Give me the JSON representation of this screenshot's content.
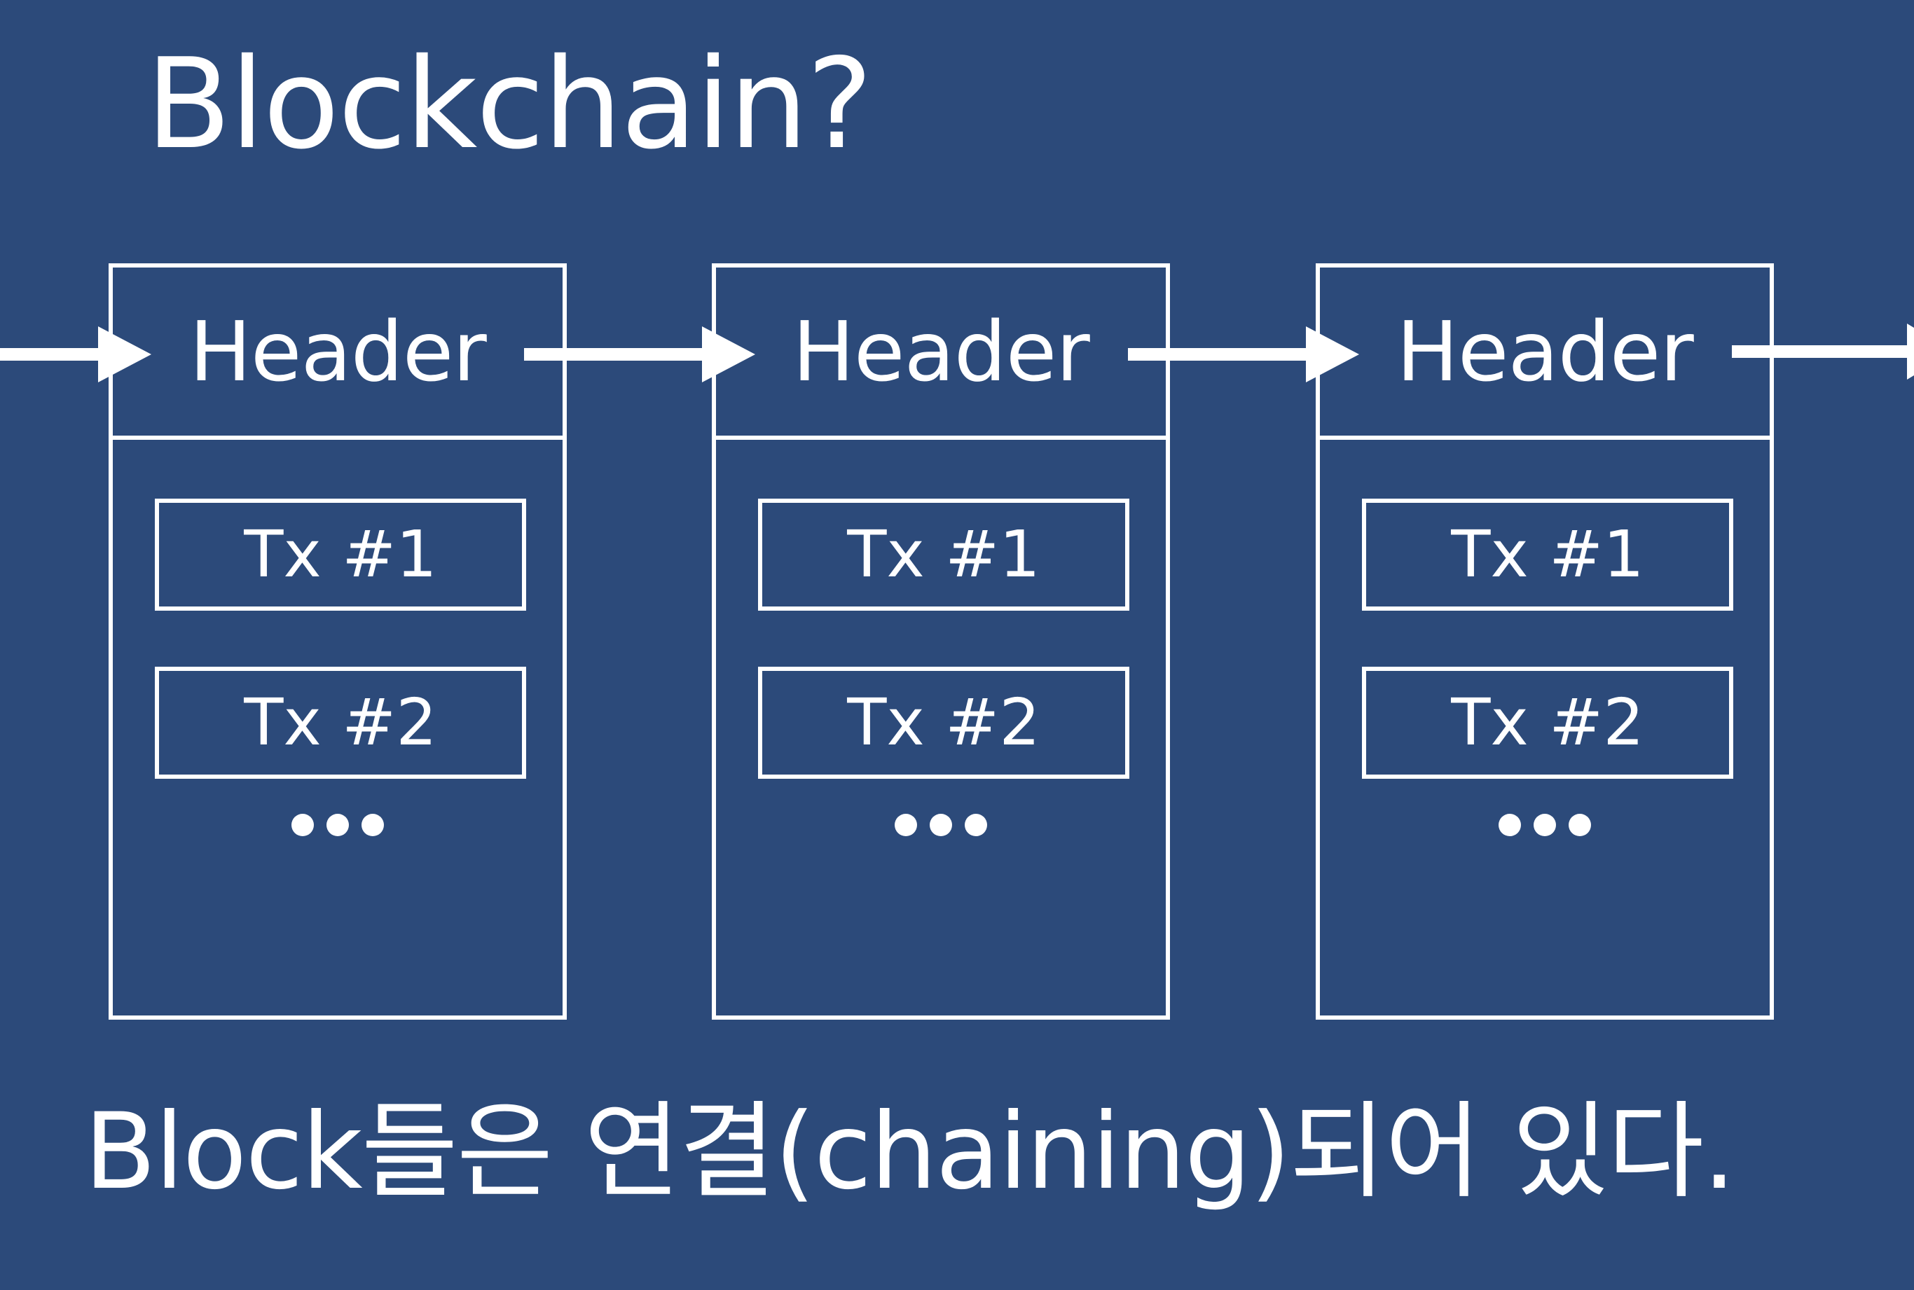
{
  "slide": {
    "title": "Blockchain?",
    "caption": "Block들은 연결(chaining)되어 있다."
  },
  "blocks": [
    {
      "header": "Header",
      "transactions": [
        "Tx #1",
        "Tx #2"
      ]
    },
    {
      "header": "Header",
      "transactions": [
        "Tx #1",
        "Tx #2"
      ]
    },
    {
      "header": "Header",
      "transactions": [
        "Tx #1",
        "Tx #2"
      ]
    }
  ],
  "colors": {
    "background": "#2c4a7a",
    "foreground": "#ffffff"
  }
}
